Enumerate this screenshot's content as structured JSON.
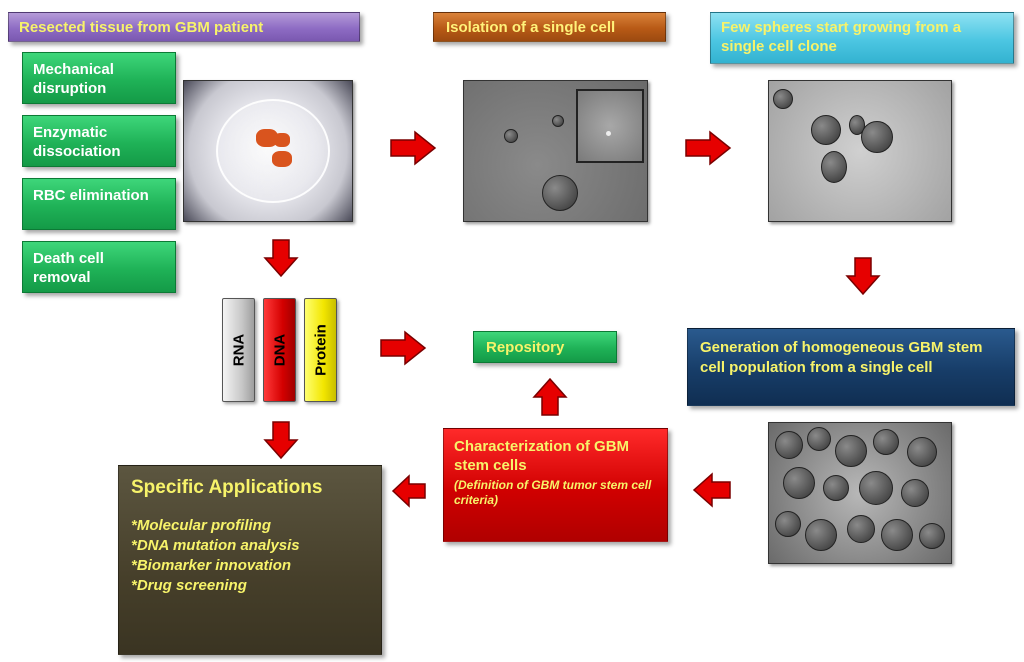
{
  "headers": {
    "resected_tissue": "Resected tissue from GBM patient",
    "isolation": "Isolation of a single cell",
    "spheres_growing": "Few spheres start growing from a single cell clone"
  },
  "steps": [
    "Mechanical disruption",
    "Enzymatic dissociation",
    "RBC elimination",
    "Death cell removal"
  ],
  "tubes": {
    "rna": "RNA",
    "dna": "DNA",
    "protein": "Protein"
  },
  "repository": "Repository",
  "generation": "Generation of homogeneous GBM stem cell population from a single cell",
  "characterization": {
    "title": "Characterization of GBM stem cells",
    "note": "(Definition of GBM tumor stem cell criteria)"
  },
  "applications": {
    "heading": "Specific Applications",
    "items": [
      "*Molecular profiling",
      "*DNA mutation analysis",
      "*Biomarker innovation",
      "*Drug screening"
    ]
  },
  "colors": {
    "arrow_red": "#e60000",
    "text_yellow": "#f7f36a",
    "step_green": "#1fb257",
    "header_purple": "#8e6cc4",
    "header_brown": "#b85a16",
    "header_cyan": "#4cc6e2",
    "generation_blue": "#173d68",
    "characterization_red": "#d00000",
    "applications_olive": "#463f2a"
  }
}
